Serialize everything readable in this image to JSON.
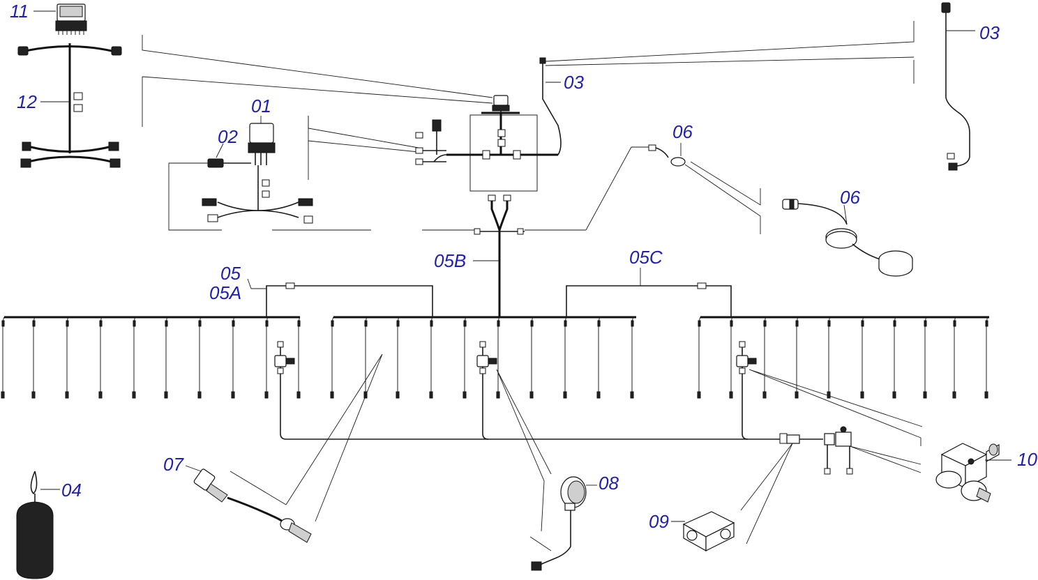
{
  "callouts": {
    "c01": "01",
    "c02": "02",
    "c03a": "03",
    "c03b": "03",
    "c04": "04",
    "c05": "05",
    "c05A": "05A",
    "c05B": "05B",
    "c05C": "05C",
    "c06a": "06",
    "c06b": "06",
    "c07": "07",
    "c08": "08",
    "c09": "09",
    "c10": "10",
    "c11": "11",
    "c12": "12"
  },
  "colors": {
    "callout": "#1f1fb4",
    "line": "#1a1a1a",
    "background": "#ffffff"
  }
}
